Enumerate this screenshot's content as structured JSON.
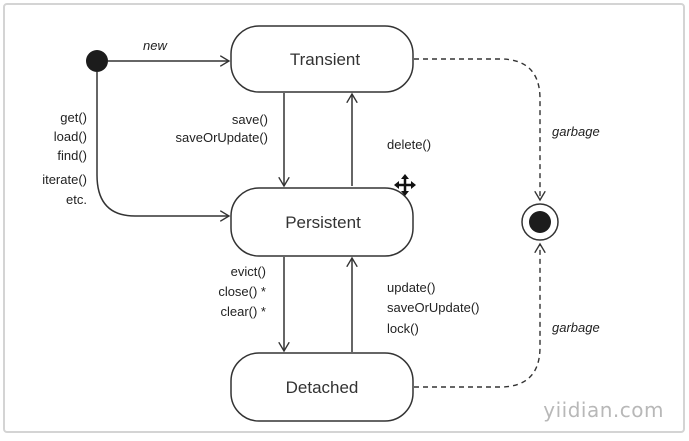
{
  "diagram": {
    "states": {
      "transient": "Transient",
      "persistent": "Persistent",
      "detached": "Detached"
    },
    "transitions": {
      "new": "new",
      "save_methods": [
        "save()",
        "saveOrUpdate()"
      ],
      "delete": "delete()",
      "load_methods": [
        "get()",
        "load()",
        "find()",
        "iterate()",
        "etc."
      ],
      "evict_methods": [
        "evict()",
        "close() *",
        "clear() *"
      ],
      "update_methods": [
        "update()",
        "saveOrUpdate()",
        "lock()"
      ],
      "garbage_top": "garbage",
      "garbage_bottom": "garbage"
    },
    "watermark": "yiidian.com"
  }
}
